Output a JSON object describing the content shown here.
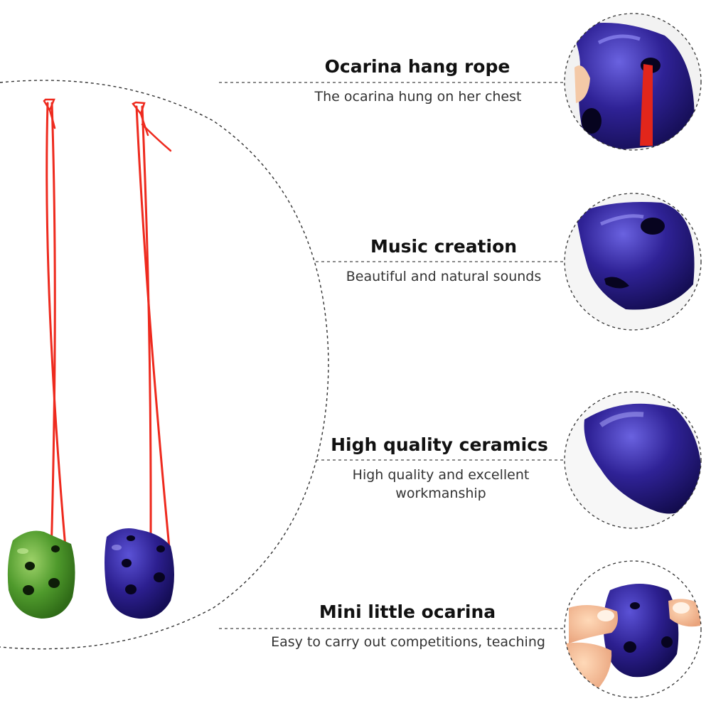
{
  "colors": {
    "background": "#ffffff",
    "rope": "#ee2a1e",
    "ocarina_green": "#4f9a2c",
    "ocarina_blue": "#2c1f8f",
    "dashed_line": "#333333"
  },
  "product": {
    "items": [
      {
        "name": "green-ocarina-icon",
        "color": "#4f9a2c"
      },
      {
        "name": "blue-ocarina-icon",
        "color": "#2c1f8f"
      }
    ]
  },
  "features": [
    {
      "title": "Ocarina hang rope",
      "description": [
        "The ocarina hung on her chest"
      ],
      "icon": "rope-closeup-icon"
    },
    {
      "title": "Music creation",
      "description": [
        "Beautiful and natural sounds"
      ],
      "icon": "hole-closeup-icon"
    },
    {
      "title": "High quality ceramics",
      "description": [
        "High quality and excellent",
        "workmanship"
      ],
      "icon": "glaze-closeup-icon"
    },
    {
      "title": "Mini little ocarina",
      "description": [
        "Easy to carry out competitions, teaching"
      ],
      "icon": "hand-holding-icon"
    }
  ]
}
